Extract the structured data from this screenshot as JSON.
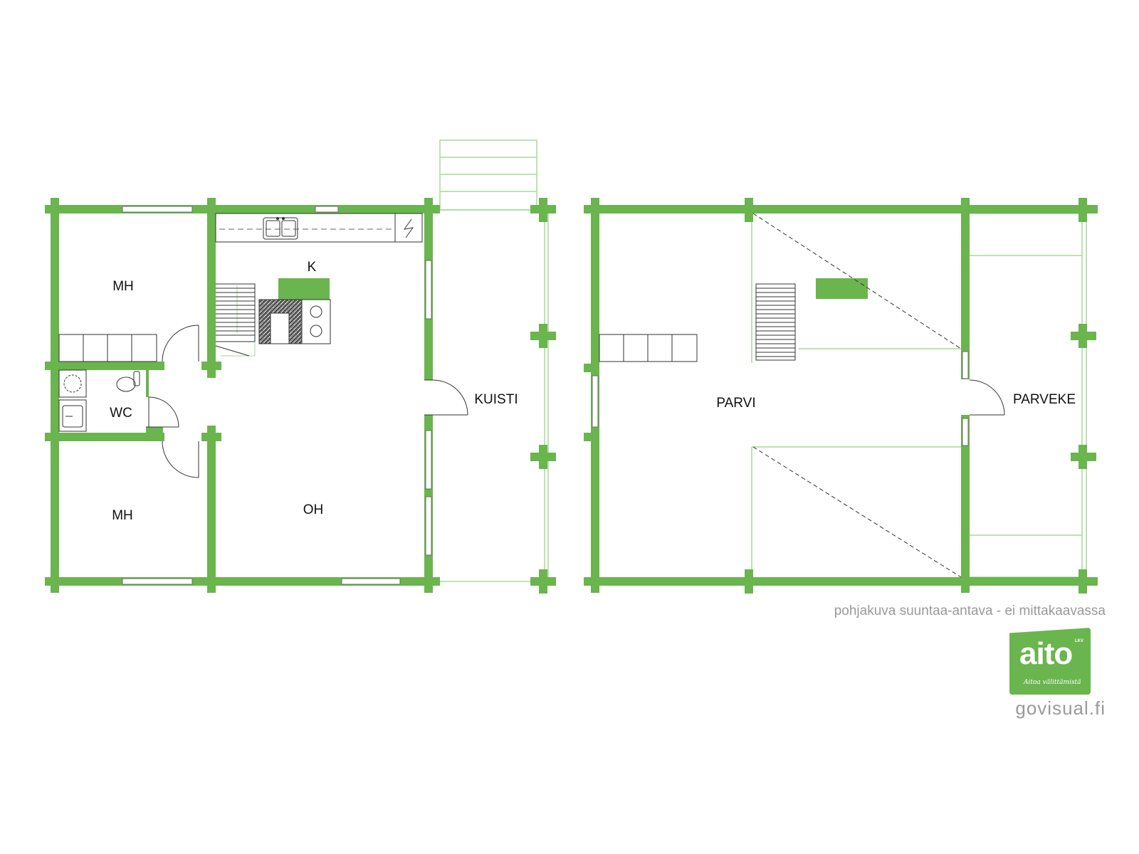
{
  "ground_floor": {
    "rooms": {
      "mh_top": "MH",
      "kitchen": "K",
      "wc": "WC",
      "mh_bottom": "MH",
      "living": "OH",
      "porch": "KUISTI"
    }
  },
  "upper_floor": {
    "rooms": {
      "loft": "PARVI",
      "balcony": "PARVEKE"
    }
  },
  "footer": {
    "note": "pohjakuva suuntaa-antava - ei mittakaavassa",
    "logo_text": "aito",
    "logo_badge": "LKV",
    "logo_tagline": "Aitoa välittämistä",
    "brand": "govisual.fi"
  },
  "colors": {
    "wall": "#6ab54e",
    "thin_line": "#a9d99a",
    "text": "#111111",
    "muted": "#9a9a9a"
  }
}
